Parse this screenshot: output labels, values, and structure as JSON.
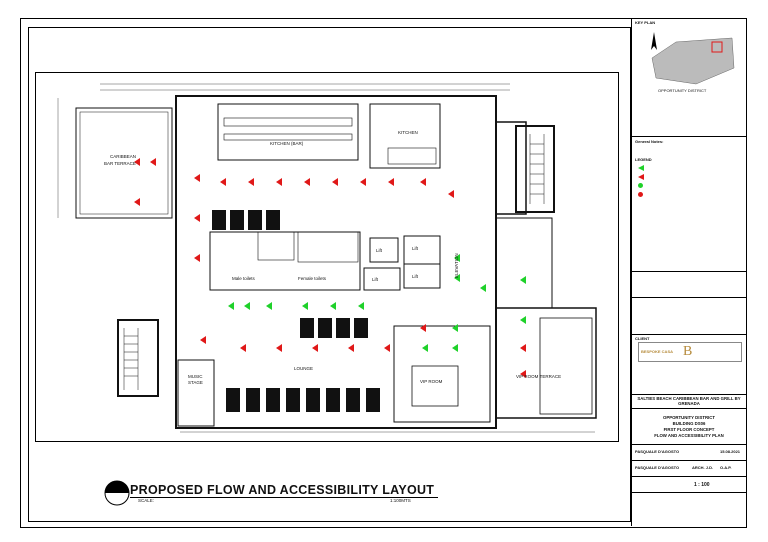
{
  "drawing": {
    "title": "PROPOSED FLOW AND ACCESSIBILITY LAYOUT",
    "scale_label": "SCALE:",
    "scale_value": "1:100MTS"
  },
  "rooms": {
    "kitchen_bar": "KITCHEN (BAR)",
    "kitchen": "KITCHEN",
    "caribbean_terrace_1": "CARIBBEAN",
    "caribbean_terrace_2": "BAR TERRACE",
    "lift_1": "Lift",
    "lift_2": "Lift",
    "lift_3": "Lift",
    "lift_4": "Lift",
    "elevation": "ELEVATION",
    "male_toilets": "Male toilets",
    "female_toilets": "Female toilets",
    "lounge": "LOUNGE",
    "music_stage_1": "MUSIC",
    "music_stage_2": "STAGE",
    "vip_room": "VIP ROOM",
    "vip_room_terrace": "VIP ROOM TERRACE"
  },
  "key_plan": {
    "header": "KEY PLAN",
    "district": "OPPORTUNITY DISTRICT"
  },
  "notes": {
    "header": "General Notes:",
    "legend_header": "LEGEND"
  },
  "project": {
    "client_label": "CLIENT",
    "project_name": "SALTIES BEACH CARIBBEAN BAR AND GRILL BY GRENADA",
    "drawing_title_lines": [
      "OPPORTUNITY DISTRICT",
      "BUILDING DS06",
      "FIRST FLOOR CONCEPT",
      "FLOW AND ACCESSIBILITY PLAN"
    ],
    "designed_by": "PASQUALE D'AGOSTO",
    "date": "15.08.2021",
    "drawn_by": "PASQUALE D'AGOSTO",
    "checked_by": "ARCH. J.D.",
    "approved": "O.A.P.",
    "scale": "1 : 100",
    "logo_text": "BESPOKE CASA"
  },
  "colors": {
    "accessible": "#1fd12a",
    "flow": "#e01818",
    "wall": "#111111"
  }
}
